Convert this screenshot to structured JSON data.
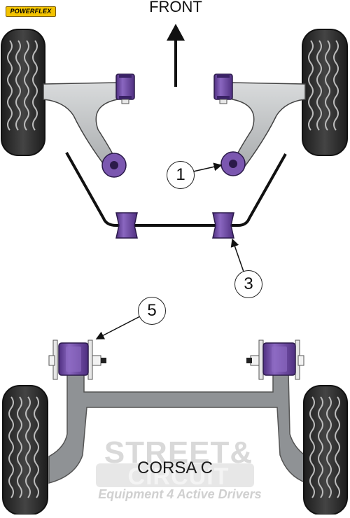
{
  "brand": {
    "badge_text": "POWERFLEX"
  },
  "direction": {
    "label": "FRONT"
  },
  "callouts": [
    {
      "number": "1"
    },
    {
      "number": "3"
    },
    {
      "number": "5"
    }
  ],
  "model": {
    "label": "CORSA C"
  },
  "watermark": {
    "title": "STREET&",
    "subtitle": "CIRCUIT",
    "tagline": "Equipment 4 Active Drivers"
  },
  "colors": {
    "bush_purple": "#7b57b0",
    "bush_dark": "#4f2f80",
    "arm_grey": "#c4c7c9",
    "tyre_dark": "#2a2a2a",
    "rear_beam_grey": "#8f9295"
  }
}
